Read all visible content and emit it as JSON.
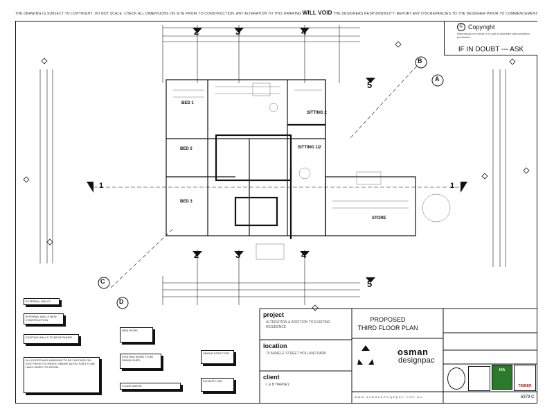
{
  "header": {
    "notice": "THE DRAWING IS SUBJECT TO COPYRIGHT. DO NOT SCALE. CHECK ALL DIMENSIONS ON SITE PRIOR TO CONSTRUCTION. ANY ALTERATION TO THIS DRAWING",
    "will_void": "WILL VOID",
    "notice_tail": "THE DESIGNERS RESPONSIBILITY. REPORT ANY DISCREPANCIES TO THE DESIGNER PRIOR TO COMMENCEMENT."
  },
  "copyright": {
    "title": "Copyright",
    "symbol": "©",
    "sub": "Reproduction in whole or in part is forbidden without written permission"
  },
  "if_in_doubt": "IF IN DOUBT --- ASK",
  "rooms": {
    "bed1": "BED 1",
    "bed2": "BED 2",
    "bed3": "BED 3",
    "sitting2": "SITTING 2",
    "sitting": "SITTING 1/2",
    "store": "STORE"
  },
  "grid": {
    "top": [
      "2",
      "3",
      "4"
    ],
    "bottom": [
      "2",
      "3",
      "4"
    ],
    "b": "B",
    "a": "A",
    "c": "C",
    "d": "D",
    "five_top": "5",
    "five_bot": "5",
    "one_left": "1",
    "one_right": "1"
  },
  "title_block": {
    "project_hdr": "project",
    "project_text": "ALTERATION & ADDITION TO EXISTING RESIDENCE",
    "location_hdr": "location",
    "location_text": "70 ANNELE STREET HOLLAND PARK",
    "client_hdr": "client",
    "client_text": "L & B HARNEY",
    "plan_title_1": "PROPOSED",
    "plan_title_2": "THIRD FLOOR PLAN",
    "brand_1": "osman",
    "brand_2": "designpac",
    "website": "www.osmandesignpac.com.au",
    "job_no": "6379 C",
    "stamp1": "HIA",
    "stamp2": "TIMBER"
  },
  "legends": [
    "EXTERNAL WALLS",
    "INTERNAL WALLS NEW CONSTRUCTION",
    "EXISTING WALLS TO BE RETAINED",
    "ALL DOORS AND WINDOWS TO BE CHECKED ON SITE PRIOR TO ORDER. SMOKE DETECTORS TO BE HARD WIRED TO AS3786",
    "NEW WORK",
    "EXISTING WORK TO BE DEMOLISHED",
    "FLOOR WASTE",
    "SMOKE DETECTOR",
    "EXHAUST FAN"
  ]
}
